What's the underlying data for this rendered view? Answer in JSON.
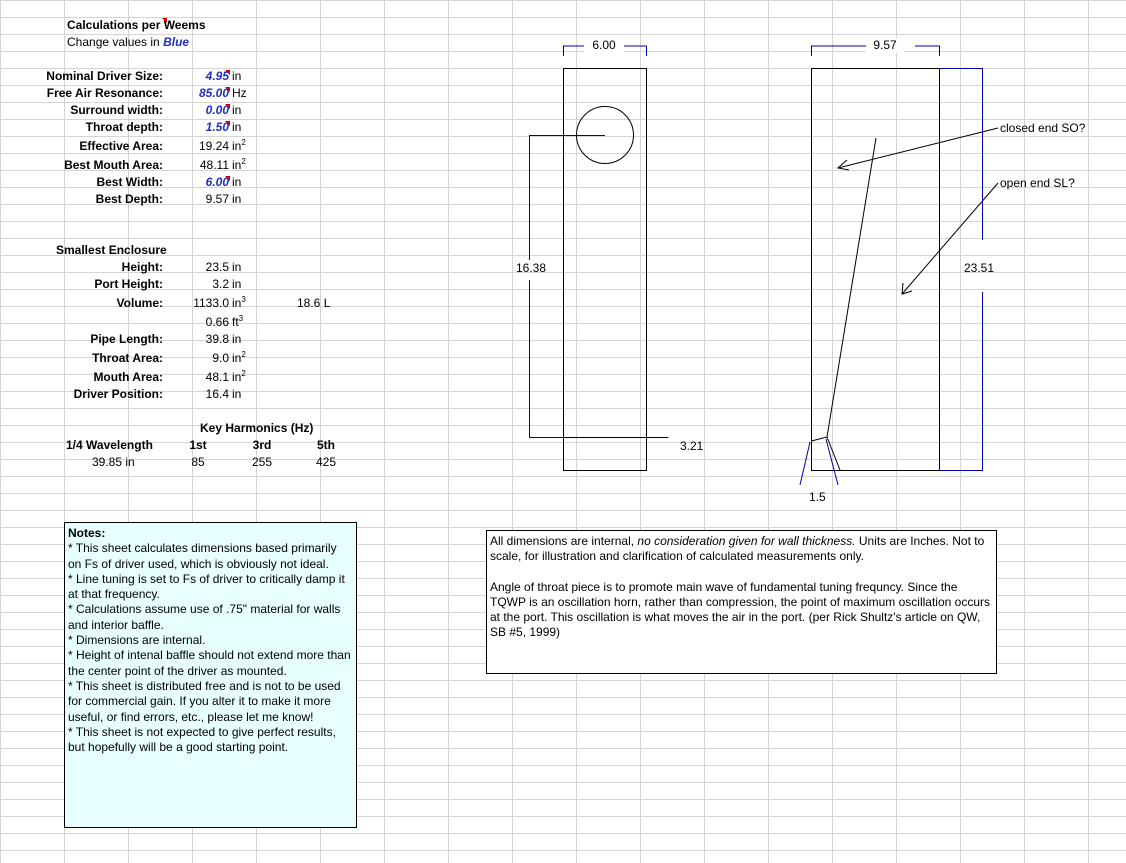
{
  "header": {
    "title": "Calculations per Weems",
    "subtitle_prefix": "Change values in ",
    "subtitle_highlight": "Blue"
  },
  "inputs": [
    {
      "label": "Nominal Driver Size:",
      "value": "4.95",
      "unit": "in",
      "editable": true
    },
    {
      "label": "Free Air Resonance:",
      "value": "85.00",
      "unit": "Hz",
      "editable": true
    },
    {
      "label": "Surround width:",
      "value": "0.00",
      "unit": "in",
      "editable": true
    },
    {
      "label": "Throat depth:",
      "value": "1.50",
      "unit": "in",
      "editable": true
    },
    {
      "label": "Effective Area:",
      "value": "19.24",
      "unit": "in",
      "unit_sup": "2",
      "editable": false
    },
    {
      "label": "Best Mouth Area:",
      "value": "48.11",
      "unit": "in",
      "unit_sup": "2",
      "editable": false
    },
    {
      "label": "Best Width:",
      "value": "6.00",
      "unit": "in",
      "editable": true
    },
    {
      "label": "Best Depth:",
      "value": "9.57",
      "unit": "in",
      "editable": false
    }
  ],
  "enclosure": {
    "heading": "Smallest Enclosure",
    "rows": [
      {
        "label": "Height:",
        "value": "23.5",
        "unit": "in"
      },
      {
        "label": "Port Height:",
        "value": "3.2",
        "unit": "in"
      },
      {
        "label": "Volume:",
        "value": "1133.0",
        "unit": "in",
        "unit_sup": "3",
        "extra": "18.6 L"
      },
      {
        "label": "",
        "value": "0.66",
        "unit": "ft",
        "unit_sup": "3"
      },
      {
        "label": "Pipe Length:",
        "value": "39.8",
        "unit": "in"
      },
      {
        "label": "Throat Area:",
        "value": "9.0",
        "unit": "in",
        "unit_sup": "2"
      },
      {
        "label": "Mouth Area:",
        "value": "48.1",
        "unit": "in",
        "unit_sup": "2"
      },
      {
        "label": "Driver Position:",
        "value": "16.4",
        "unit": "in"
      }
    ]
  },
  "harmonics": {
    "heading": "Key Harmonics (Hz)",
    "col_label": "1/4 Wavelength",
    "col_value": "39.85 in",
    "headers": [
      "1st",
      "3rd",
      "5th"
    ],
    "values": [
      "85",
      "255",
      "425"
    ]
  },
  "notes": {
    "title": "Notes:",
    "items": [
      "* This sheet calculates dimensions based primarily on Fs of driver used, which is obviously not ideal.",
      "* Line tuning is set to Fs of driver to critically damp it at that frequency.",
      "* Calculations assume use of .75\" material for walls and interior baffle.",
      "* Dimensions are internal.",
      "* Height of intenal baffle should not extend more than the center point of the driver  as mounted.",
      "* This sheet is distributed free and is not to be used for commercial gain.  If you alter it to make it more useful, or find errors, etc., please let me know!",
      "* This sheet is not expected to give  perfect results, but hopefully will be a good starting point."
    ]
  },
  "dimensions_note": {
    "p1_a": "All dimensions are internal, ",
    "p1_italic": "no consideration given for wall thickness.",
    "p1_b": "  Units are Inches.  Not to scale, for illustration and clarification of calculated measurements only.",
    "p2": "Angle of throat piece is to promote main wave  of fundamental tuning frequncy.  Since the TQWP is an oscillation horn, rather than compression, the point of maximum oscillation occurs at the port.  This oscillation is what moves the air in the port.  (per Rick Shultz's article on QW, SB #5, 1999)"
  },
  "diagram": {
    "front_width": "6.00",
    "side_depth": "9.57",
    "driver_height": "16.38",
    "port_height": "3.21",
    "total_height": "23.51",
    "throat_depth": "1.5",
    "label_closed": "closed end SO?",
    "label_open": "open end SL?",
    "line_color": "#0000aa"
  }
}
